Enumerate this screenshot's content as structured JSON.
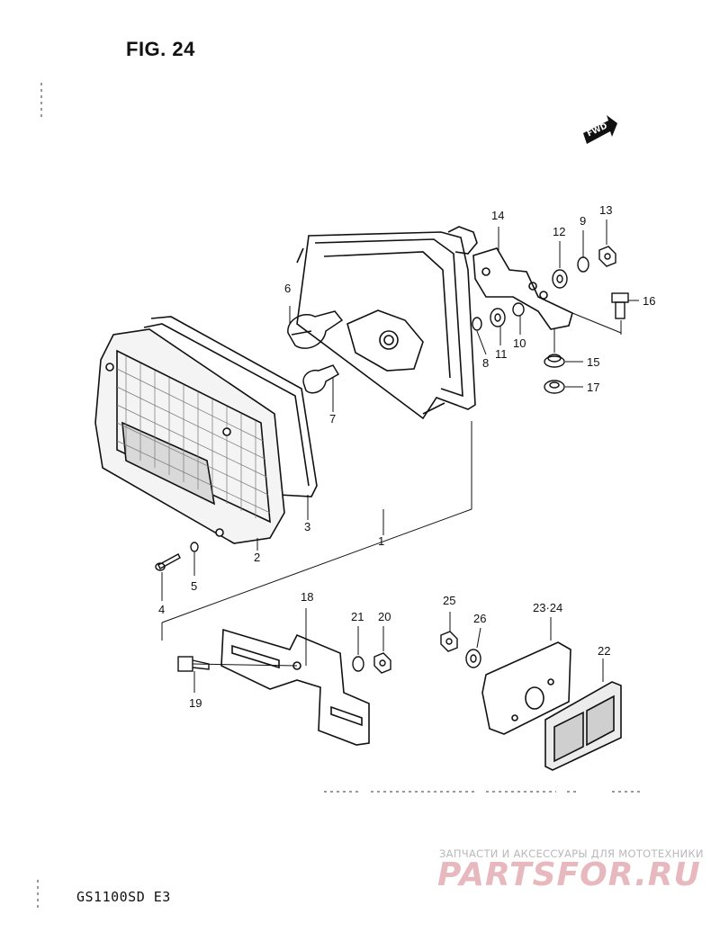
{
  "figure": {
    "title": "FIG. 24"
  },
  "model": "GS1100SD  E3",
  "direction_tag": "FWD",
  "parts": {
    "p1": "1",
    "p2": "2",
    "p3": "3",
    "p4": "4",
    "p5": "5",
    "p6": "6",
    "p7": "7",
    "p8": "8",
    "p9": "9",
    "p10": "10",
    "p11": "11",
    "p12": "12",
    "p13": "13",
    "p14": "14",
    "p15": "15",
    "p16": "16",
    "p17": "17",
    "p18": "18",
    "p19": "19",
    "p20": "20",
    "p21": "21",
    "p22": "22",
    "p23_24": "23·24",
    "p25": "25",
    "p26": "26"
  },
  "watermark": {
    "caption": "ЗАПЧАСТИ И АКСЕССУАРЫ ДЛЯ МОТОТЕХНИКИ",
    "logo": "PARTSFOR.RU"
  }
}
